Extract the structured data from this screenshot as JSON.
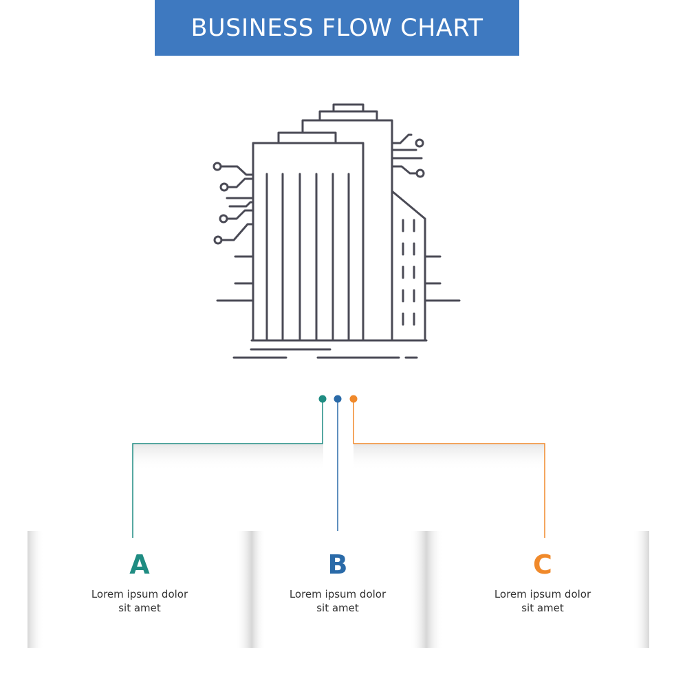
{
  "title": "BUSINESS FLOW CHART",
  "colors": {
    "header": "#3e79c0",
    "a": "#1f8c82",
    "b": "#2a6aa8",
    "c": "#f0892a",
    "icon": "#4a4a55"
  },
  "icon": "smart-city-buildings-icon",
  "steps": [
    {
      "letter": "A",
      "text": "Lorem ipsum dolor sit amet"
    },
    {
      "letter": "B",
      "text": "Lorem ipsum dolor sit amet"
    },
    {
      "letter": "C",
      "text": "Lorem ipsum dolor sit amet"
    }
  ]
}
